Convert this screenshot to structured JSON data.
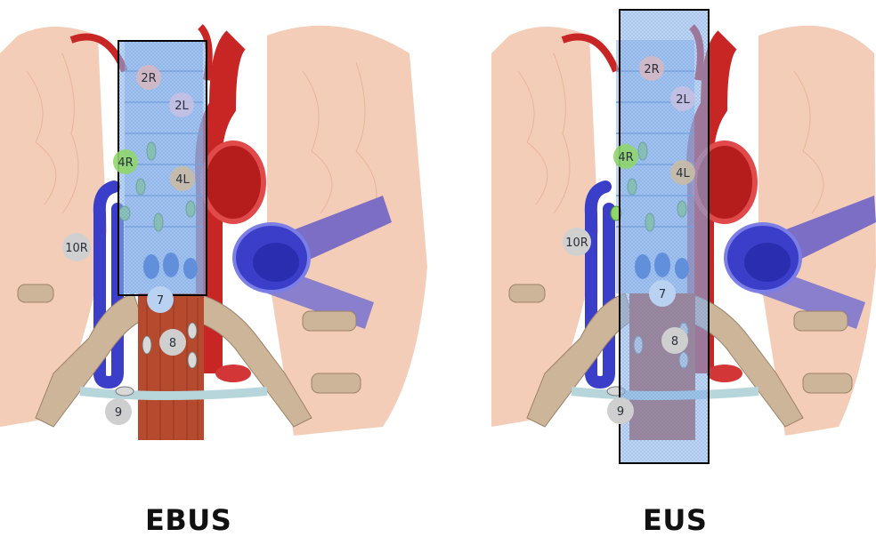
{
  "colors": {
    "lung": "#f3c9b3",
    "artery_red": "#c82525",
    "vein_blue": "#3b3ec8",
    "esophagus": "#b64a2e",
    "bronchus": "#c7b39b",
    "highlight_box": "#6aa0e6",
    "green_node": "#8fd66b",
    "grey_node": "#c8c8c8"
  },
  "ebus": {
    "caption": "EBUS",
    "stations": {
      "s2R": "2R",
      "s2L": "2L",
      "s4R": "4R",
      "s4L": "4L",
      "s10R": "10R",
      "s7": "7",
      "s8": "8",
      "s9": "9"
    }
  },
  "eus": {
    "caption": "EUS",
    "stations": {
      "s2R": "2R",
      "s2L": "2L",
      "s4R": "4R",
      "s4L": "4L",
      "s10R": "10R",
      "s7": "7",
      "s8": "8",
      "s9": "9"
    }
  }
}
